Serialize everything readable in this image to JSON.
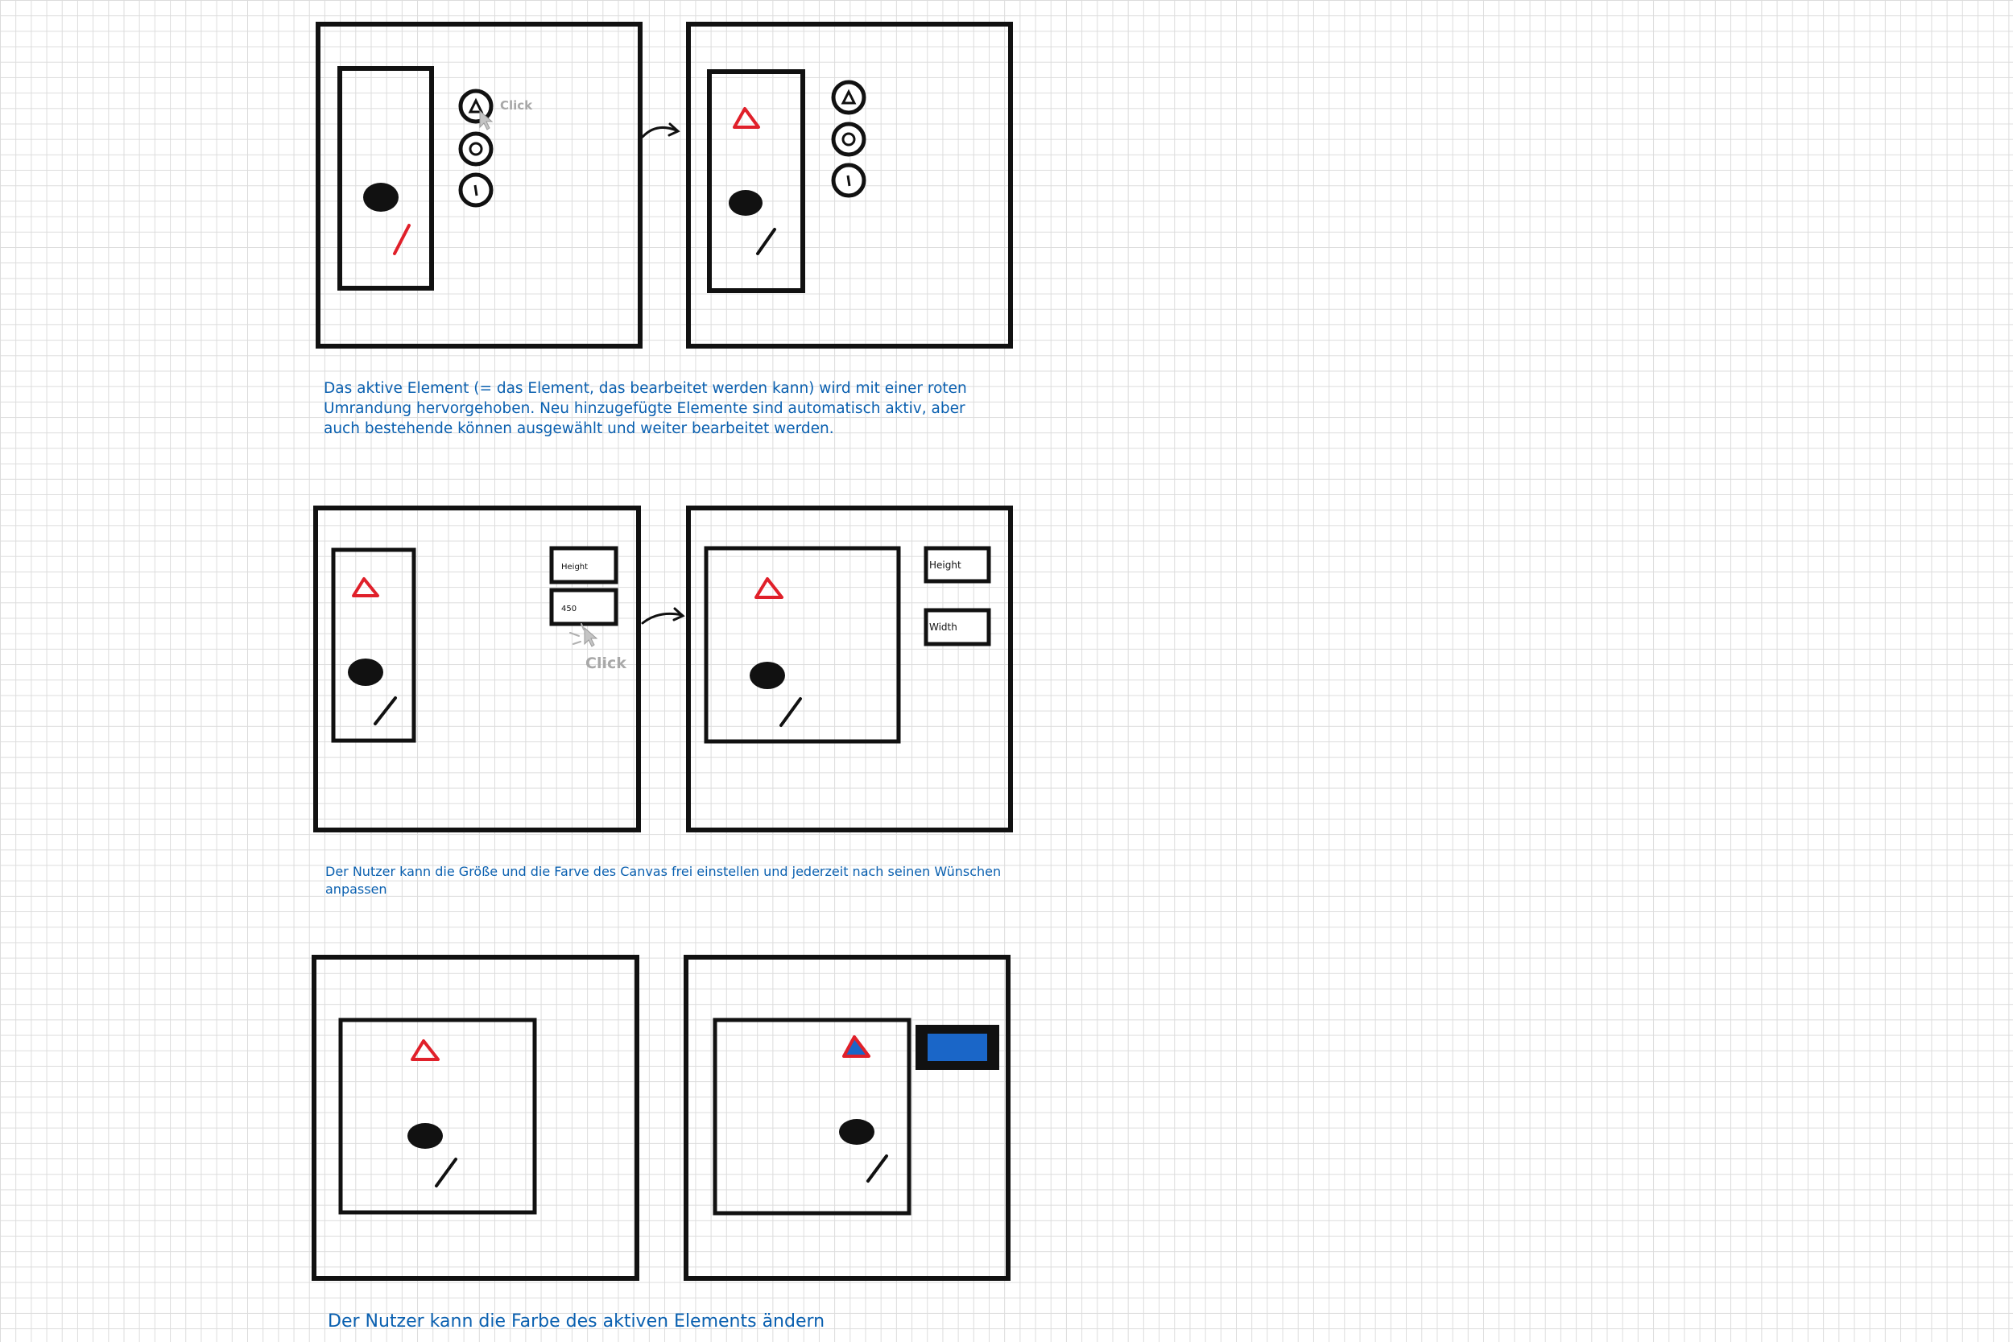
{
  "panels": {
    "add_shape_before": {
      "click_hint": "Click"
    },
    "resize_before": {
      "height_field_value": "Height",
      "width_field_value": "450",
      "click_hint": "Click"
    },
    "resize_after": {
      "height_label": "Height",
      "width_label": "Width"
    }
  },
  "captions": {
    "active_element": "Das aktive Element (= das Element, das bearbeitet werden kann) wird mit einer roten Umrandung hervorgehoben. Neu hinzugefügte Elemente sind automatisch aktiv, aber auch bestehende können ausgewählt und weiter bearbeitet werden.",
    "canvas_settings": "Der Nutzer kann die Größe und die Farve des Canvas frei einstellen und jederzeit nach seinen Wünschen anpassen",
    "element_color": "Der Nutzer kann die Farbe des aktiven Elements ändern"
  },
  "colors": {
    "ink": "#111111",
    "active_red": "#e0202a",
    "caption_blue": "#0a60b0",
    "picker_blue": "#1a66c8",
    "hint_gray": "#a8a8a8"
  }
}
